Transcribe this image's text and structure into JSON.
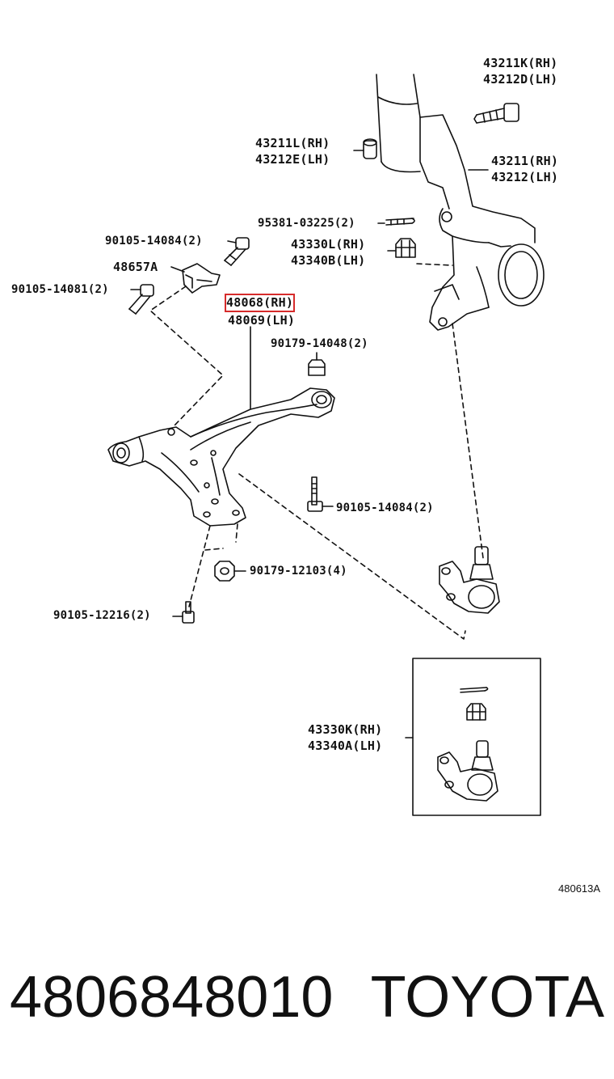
{
  "labels": {
    "bolt_43211k_rh": "43211K(RH)",
    "bolt_43212d_lh": "43212D(LH)",
    "nut_43211l_rh": "43211L(RH)",
    "nut_43212e_lh": "43212E(LH)",
    "knuckle_43211_rh": "43211(RH)",
    "knuckle_43212_lh": "43212(LH)",
    "pin_95381": "95381-03225(2)",
    "bolt_90105_14084_top": "90105-14084(2)",
    "nut_43330l_rh": "43330L(RH)",
    "nut_43340b_lh": "43340B(LH)",
    "bracket_48657a": "48657A",
    "bolt_90105_14081": "90105-14081(2)",
    "arm_48068_rh": "48068(RH)",
    "arm_48069_lh": "48069(LH)",
    "nut_90179_14048": "90179-14048(2)",
    "bolt_90105_14084_mid": "90105-14084(2)",
    "nut_90179_12103": "90179-12103(4)",
    "bolt_90105_12216": "90105-12216(2)",
    "balljoint_43330k_rh": "43330K(RH)",
    "balljoint_43340a_lh": "43340A(LH)"
  },
  "diagram_code": "480613A",
  "footer": {
    "part_number": "4806848010",
    "brand": "TOYOTA"
  },
  "highlight_color": "#d62b2b"
}
